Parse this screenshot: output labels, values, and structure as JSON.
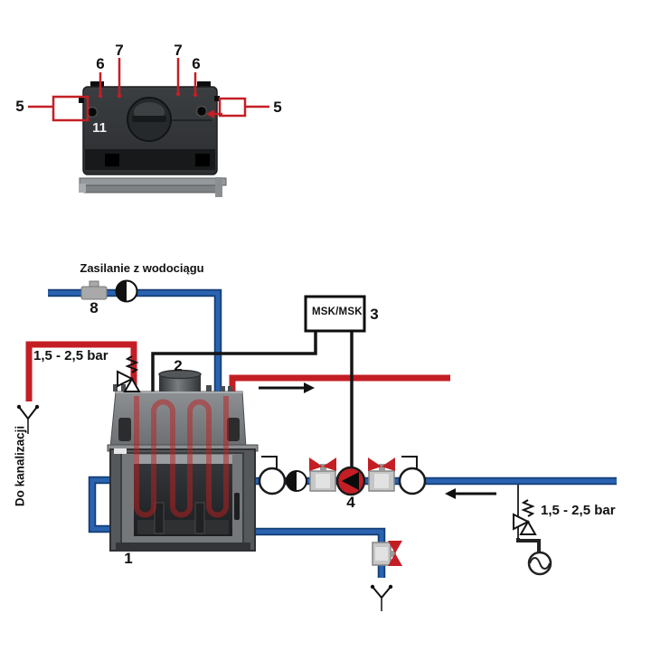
{
  "colors": {
    "hot_pipe": "#c41e25",
    "cold_pipe": "#2a63b0",
    "wire": "#151515",
    "valve_body": "#c6c6c6"
  },
  "top_view": {
    "labels": {
      "five_left": "5",
      "five_right": "5",
      "six_left": "6",
      "six_right": "6",
      "seven_left": "7",
      "seven_right": "7",
      "eleven": "11"
    }
  },
  "schematic": {
    "water_supply_caption": "Zasilanie z wodociągu",
    "sewage_caption": "Do kanalizacji",
    "pressure_range_left": "1,5 - 2,5 bar",
    "pressure_range_right": "1,5 - 2,5 bar",
    "controller_box_label": "MSK/MSK",
    "labels": {
      "one": "1",
      "two": "2",
      "three": "3",
      "four": "4",
      "eight": "8"
    }
  }
}
